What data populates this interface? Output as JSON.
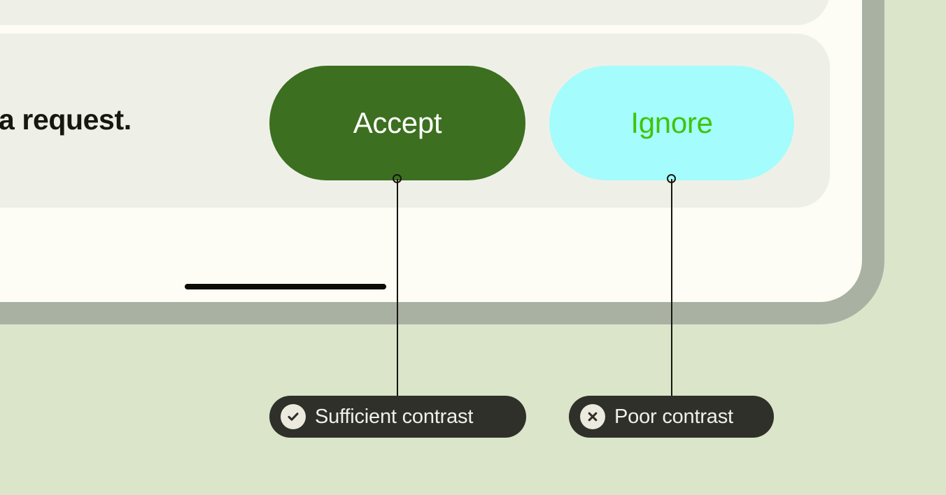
{
  "theme": {
    "background_green": "#dbe5c9",
    "page_surface": "#fdfdf5",
    "page_border_gray": "#a9b1a3",
    "card_background": "#eef0e8",
    "accept_button_bg": "#3c6f1f",
    "accept_button_text": "#ffffff",
    "ignore_button_bg": "#a5fcfc",
    "ignore_button_text": "#3fc40a",
    "annotation_pill_bg": "#2e3029",
    "annotation_pill_text": "#f1f0e8",
    "annotation_icon_bg": "#eceade",
    "leader_line": "#14160f",
    "rule_bar": "#0b0c08",
    "message_text": "#16180f"
  },
  "card": {
    "message": "a request."
  },
  "buttons": [
    {
      "id": "accept",
      "label": "Accept"
    },
    {
      "id": "ignore",
      "label": "Ignore"
    }
  ],
  "annotations": [
    {
      "id": "sufficient",
      "label": "Sufficient contrast",
      "icon": "check-circle-icon",
      "target": "Accept"
    },
    {
      "id": "poor",
      "label": "Poor contrast",
      "icon": "x-circle-icon",
      "target": "Ignore"
    }
  ]
}
